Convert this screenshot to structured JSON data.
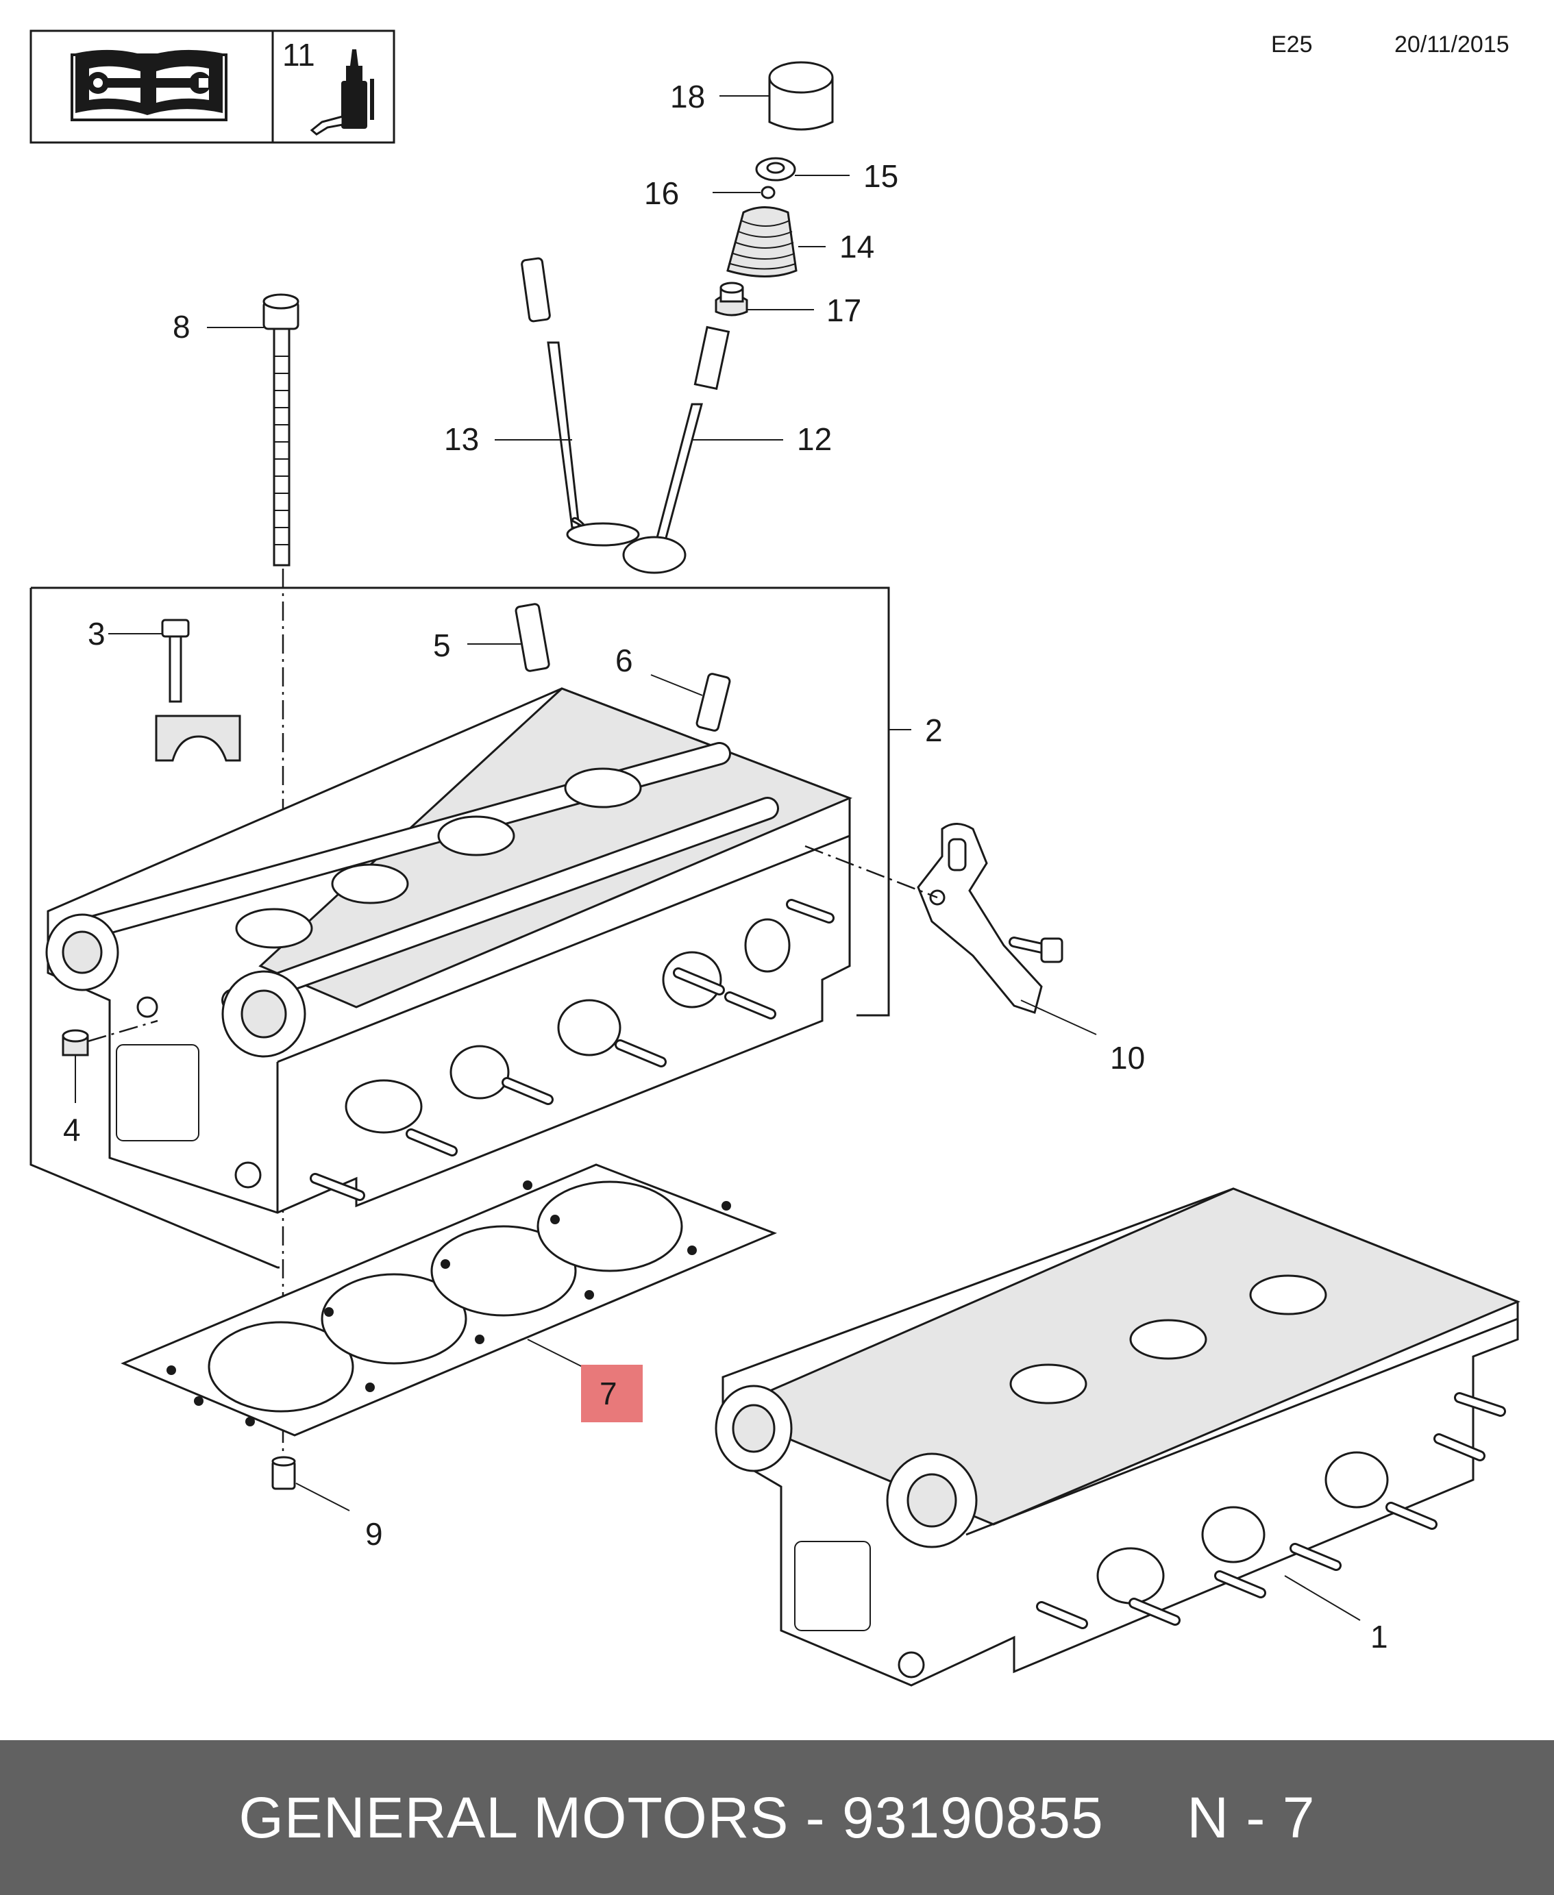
{
  "header": {
    "code": "E25",
    "date": "20/11/2015",
    "legend_number": "11"
  },
  "callouts": {
    "c1": "1",
    "c2": "2",
    "c3": "3",
    "c4": "4",
    "c5": "5",
    "c6": "6",
    "c7": "7",
    "c8": "8",
    "c9": "9",
    "c10": "10",
    "c12": "12",
    "c13": "13",
    "c14": "14",
    "c15": "15",
    "c16": "16",
    "c17": "17",
    "c18": "18"
  },
  "highlight": {
    "part": "7",
    "color": "#e8797a"
  },
  "icons": [
    "repair-manual-icon",
    "adhesive-bottle-icon"
  ],
  "footer": {
    "text": "GENERAL MOTORS - 93190855     N - 7",
    "background": "#616161",
    "color": "#ffffff"
  }
}
